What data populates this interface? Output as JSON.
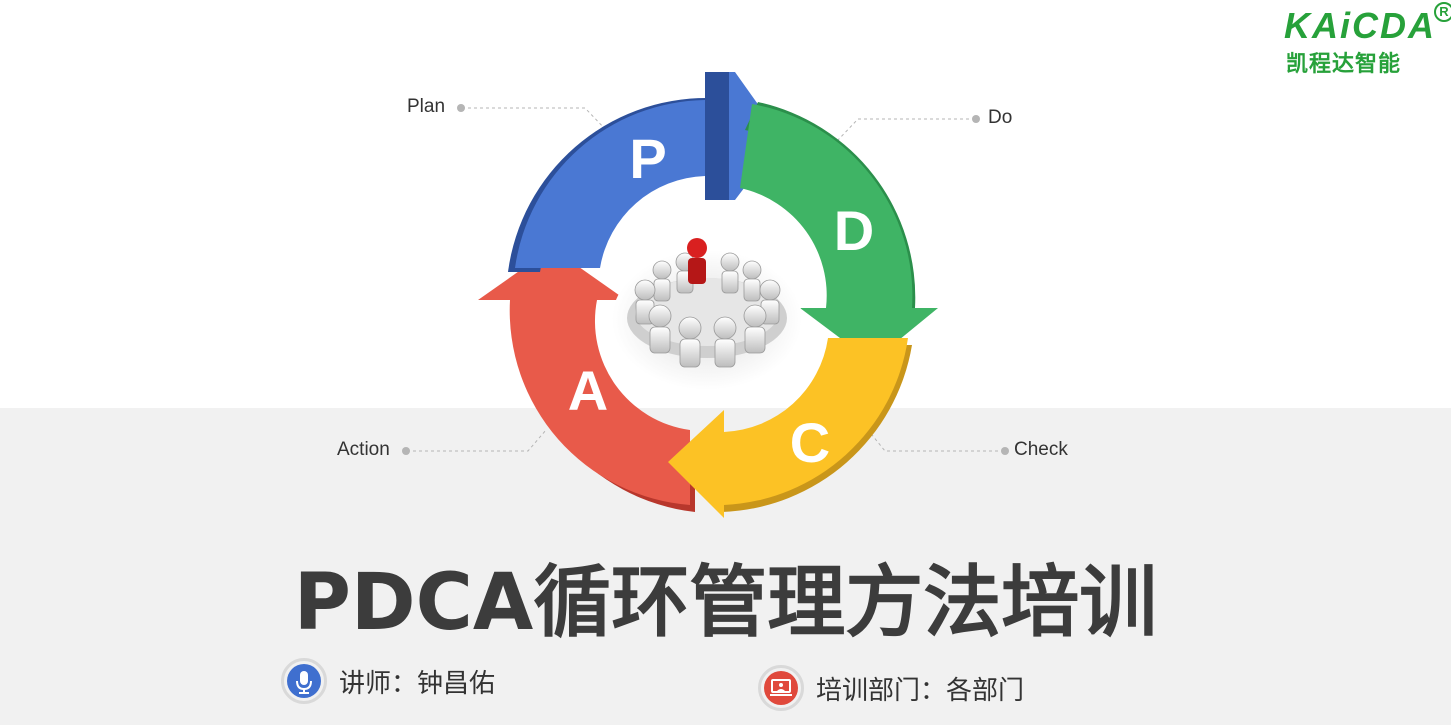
{
  "logo": {
    "wordmark": "KAiCDA",
    "registered": "R",
    "chinese_name": "凯程达智能",
    "color": "#27a13a"
  },
  "cycle": {
    "letters": {
      "plan": "P",
      "do": "D",
      "check": "C",
      "action": "A"
    },
    "labels": {
      "plan": "Plan",
      "do": "Do",
      "check": "Check",
      "action": "Action"
    },
    "colors": {
      "plan": "#4a78d3",
      "do": "#3fb465",
      "check": "#fcc225",
      "action": "#e85a4a"
    }
  },
  "title": "PDCA循环管理方法培训",
  "lecturer": {
    "text": "讲师：钟昌佑",
    "icon": "microphone-icon",
    "icon_color": "#3f6fcf"
  },
  "department": {
    "text": "培训部门：各部门",
    "icon": "presentation-icon",
    "icon_color": "#e0493c"
  }
}
